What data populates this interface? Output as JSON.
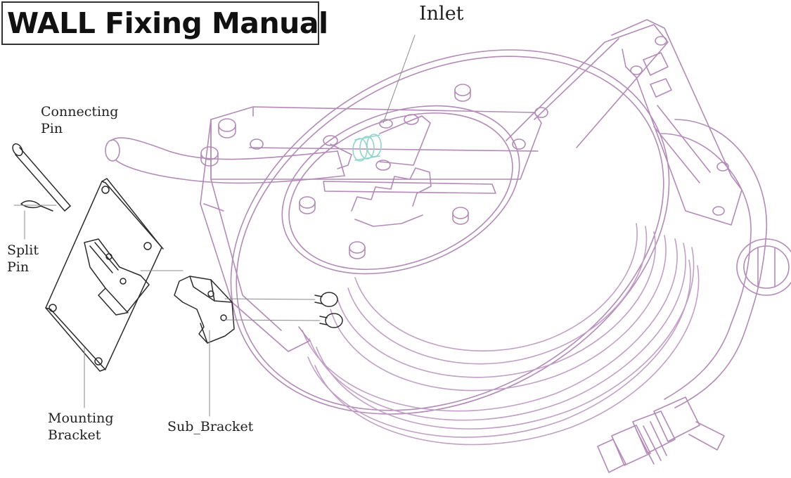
{
  "title": "WALL Fixing Manual",
  "labels": {
    "inlet": "Inlet",
    "connecting_pin_1": "Connecting",
    "connecting_pin_2": "Pin",
    "split_pin_1": "Split",
    "split_pin_2": "Pin",
    "mounting_bracket_1": "Mounting",
    "mounting_bracket_2": "Bracket",
    "sub_bracket": "Sub_Bracket"
  },
  "colors": {
    "reel_line": "#b38ab8",
    "reel_line_light": "#cfb2d3",
    "part_line": "#2b2b2b",
    "fitting_accent": "#8fd6c9",
    "background": "#ffffff"
  }
}
